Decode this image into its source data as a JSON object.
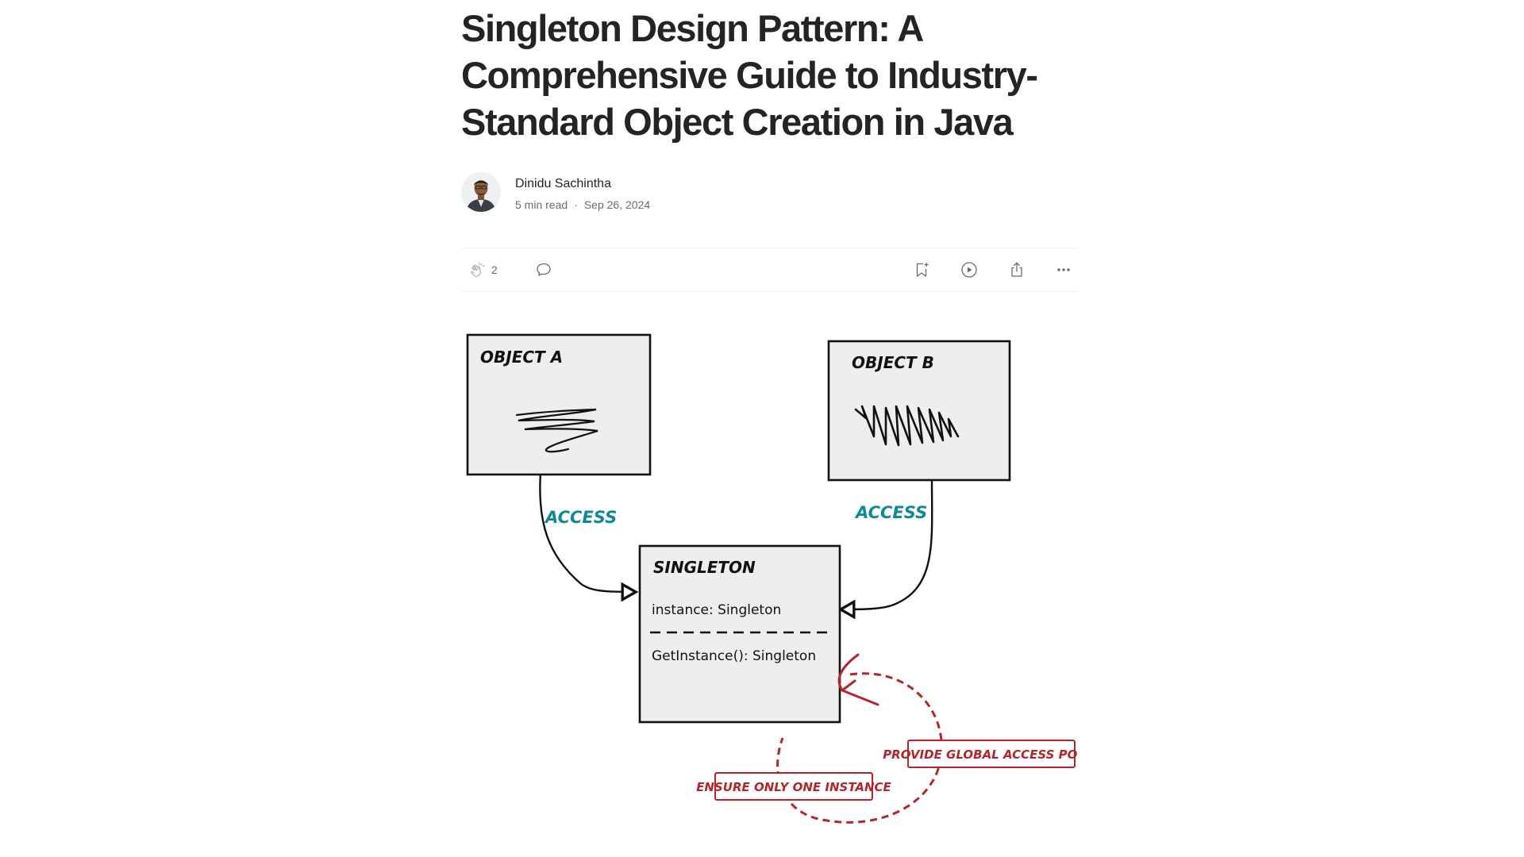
{
  "article": {
    "title": "Singleton Design Pattern: A Comprehensive Guide to Industry-Standard Object Creation in Java",
    "author": "Dinidu Sachintha",
    "read_time": "5 min read",
    "separator": "·",
    "date": "Sep 26, 2024"
  },
  "actions": {
    "clap_count": "2",
    "icons": [
      "clap-icon",
      "comment-icon",
      "bookmark-icon",
      "listen-icon",
      "share-icon",
      "more-icon"
    ]
  },
  "diagram": {
    "object_a_label": "OBJECT A",
    "object_b_label": "OBJECT B",
    "access_left_label": "ACCESS",
    "access_right_label": "ACCESS",
    "singleton_label": "SINGLETON",
    "field": "instance: Singleton",
    "method": "GetInstance(): Singleton",
    "note_global": "PROVIDE GLOBAL ACCESS POINT",
    "note_one": "ENSURE ONLY ONE INSTANCE",
    "colors": {
      "access": "#0f8a95",
      "note": "#b3262b",
      "box_fill": "#eeeeee",
      "ink": "#111111"
    }
  }
}
